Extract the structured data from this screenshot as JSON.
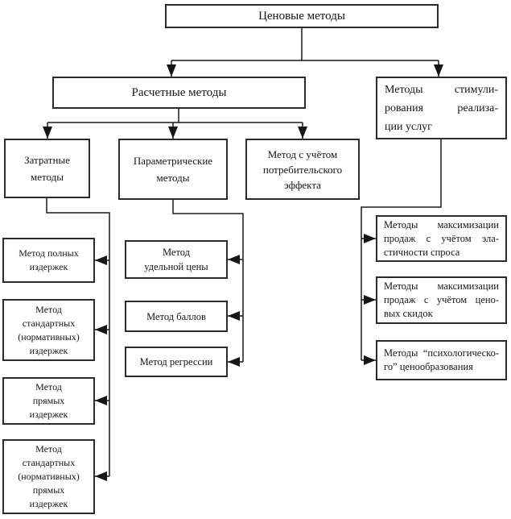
{
  "diagram": {
    "title": "Ценовые методы",
    "colors": {
      "line": "#1a1a1a",
      "box_border": "#2b2b2b",
      "background": "#ffffff",
      "text": "#161616"
    },
    "nodes": {
      "root": {
        "label": "Ценовые методы"
      },
      "calc": {
        "label": "Расчетные методы"
      },
      "stimul": {
        "label": "Методы стимули-\nрования реализа-\nции услуг"
      },
      "zatrat": {
        "label": "Затратные\nметоды"
      },
      "param": {
        "label": "Параметрические\nметоды"
      },
      "consumer": {
        "label": "Метод с учётом\nпотребительского\nэффекта"
      },
      "full_cost": {
        "label": "Метод полных\nиздержек"
      },
      "std_cost": {
        "label": "Метод\nстандартных\n(нормативных)\nиздержек"
      },
      "direct_cost": {
        "label": "Метод\nпрямых\nиздержек"
      },
      "std_direct": {
        "label": "Метод\nстандартных\n(нормативных)\nпрямых\nиздержек"
      },
      "unit_price": {
        "label": "Метод\nудельной цены"
      },
      "points": {
        "label": "Метод баллов"
      },
      "regression": {
        "label": "Метод регрессии"
      },
      "elasticity": {
        "label": "Методы максимизации\nпродаж с учётом эла-\nстичности спроса"
      },
      "discounts": {
        "label": "Методы максимизации\nпродаж с учётом цено-\nвых скидок"
      },
      "psych": {
        "label": "Методы “психологическо-\nго” ценообразования"
      }
    },
    "edges": [
      "root -> calc",
      "root -> stimul",
      "calc -> zatrat",
      "calc -> param",
      "calc -> consumer",
      "zatrat -> full_cost",
      "zatrat -> std_cost",
      "zatrat -> direct_cost",
      "zatrat -> std_direct",
      "param -> unit_price",
      "param -> points",
      "param -> regression",
      "stimul -> elasticity",
      "stimul -> discounts",
      "stimul -> psych"
    ]
  }
}
